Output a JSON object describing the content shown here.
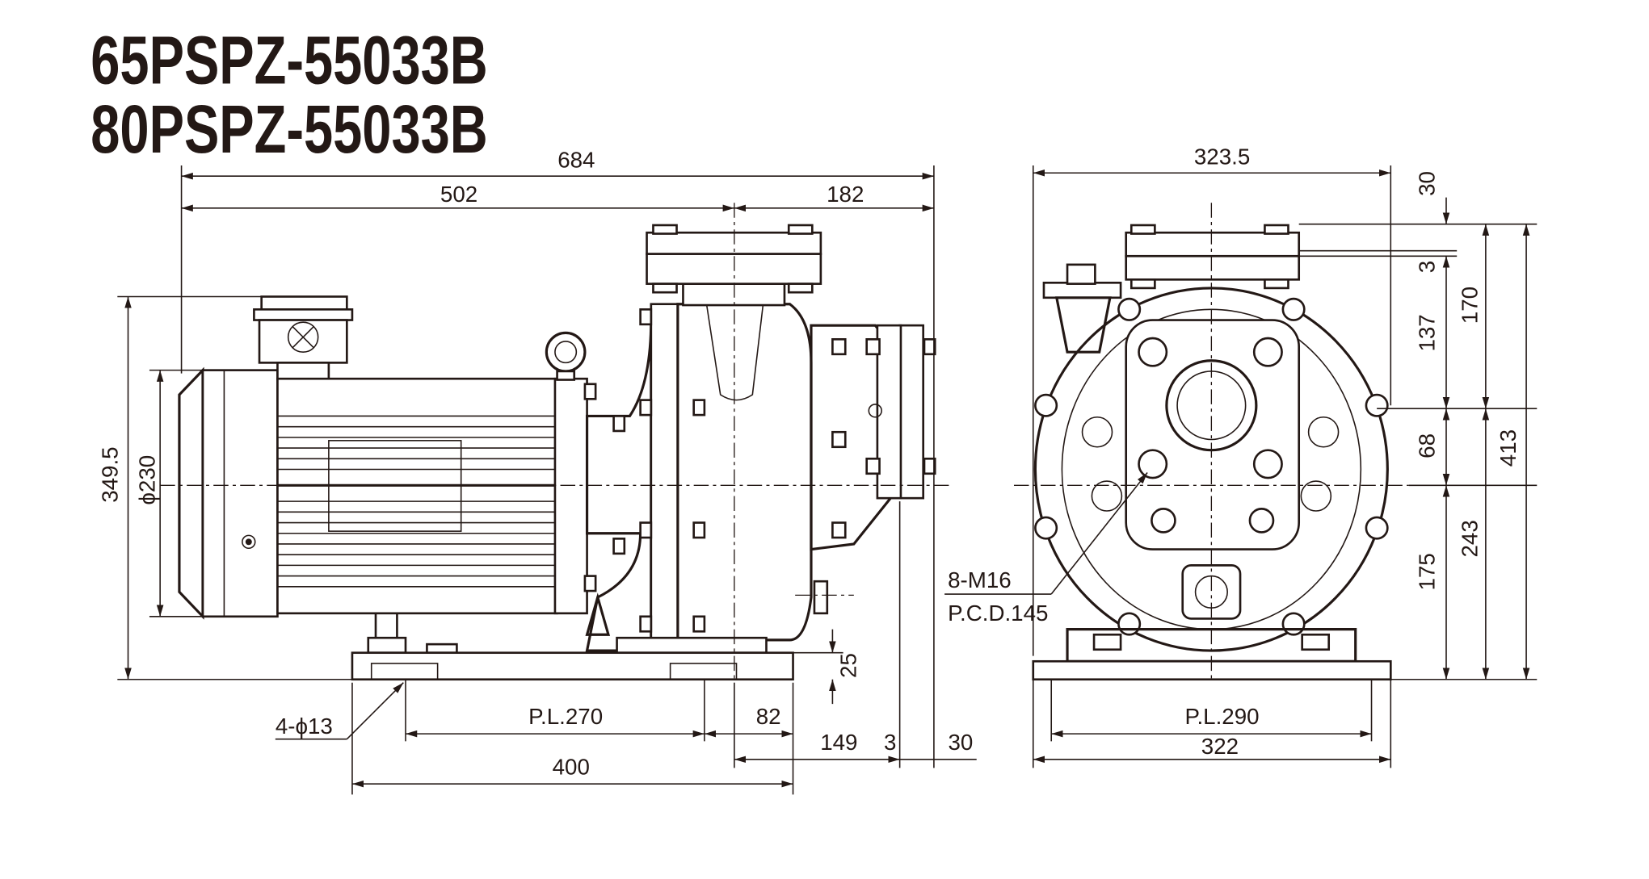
{
  "title": {
    "line1": "65PSPZ-55033B",
    "line2": "80PSPZ-55033B"
  },
  "side_view": {
    "overall_length": "684",
    "motor_to_suction": "502",
    "suction_to_end": "182",
    "overall_height": "349.5",
    "motor_diameter": "ϕ230",
    "base_thickness": "25",
    "bolt_holes": "4-ϕ13",
    "pitch_length": "P.L.270",
    "base_offset": "82",
    "base_length": "400",
    "flange_distance": "149",
    "flange_gap": "3",
    "flange_width": "30"
  },
  "front_view": {
    "overall_width": "323.5",
    "top_flange": "30",
    "gasket": "3",
    "upper_to_center": "137",
    "top_to_discharge": "170",
    "discharge_to_shaft": "68",
    "overall_height": "413",
    "shaft_height_total": "243",
    "shaft_height": "175",
    "flange_bolts": "8-M16",
    "pcd": "P.C.D.145",
    "pitch_length": "P.L.290",
    "base_width": "322"
  }
}
